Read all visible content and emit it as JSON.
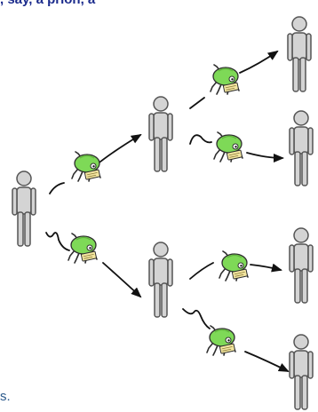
{
  "top_text": ", say, a prion, a",
  "bottom_text": "s.",
  "nodes": [
    {
      "id": "person-root"
    },
    {
      "id": "person-mid-top"
    },
    {
      "id": "person-mid-bottom"
    },
    {
      "id": "person-leaf-1"
    },
    {
      "id": "person-leaf-2"
    },
    {
      "id": "person-leaf-3"
    },
    {
      "id": "person-leaf-4"
    }
  ],
  "edges": [
    {
      "from": "person-root",
      "to": "person-mid-top"
    },
    {
      "from": "person-root",
      "to": "person-mid-bottom"
    },
    {
      "from": "person-mid-top",
      "to": "person-leaf-1"
    },
    {
      "from": "person-mid-top",
      "to": "person-leaf-2"
    },
    {
      "from": "person-mid-bottom",
      "to": "person-leaf-3"
    },
    {
      "from": "person-mid-bottom",
      "to": "person-leaf-4"
    }
  ],
  "colors": {
    "person_fill": "#d4d4d4",
    "person_stroke": "#555555",
    "bug_body": "#7ed957",
    "bug_stroke": "#2e2e2e",
    "bug_tag": "#f3e6a0",
    "arrow": "#111111",
    "top_text": "#1b2b8c",
    "bottom_text": "#2c5a8c"
  },
  "icons": [
    "person-icon",
    "bug-icon",
    "arrow-icon"
  ]
}
